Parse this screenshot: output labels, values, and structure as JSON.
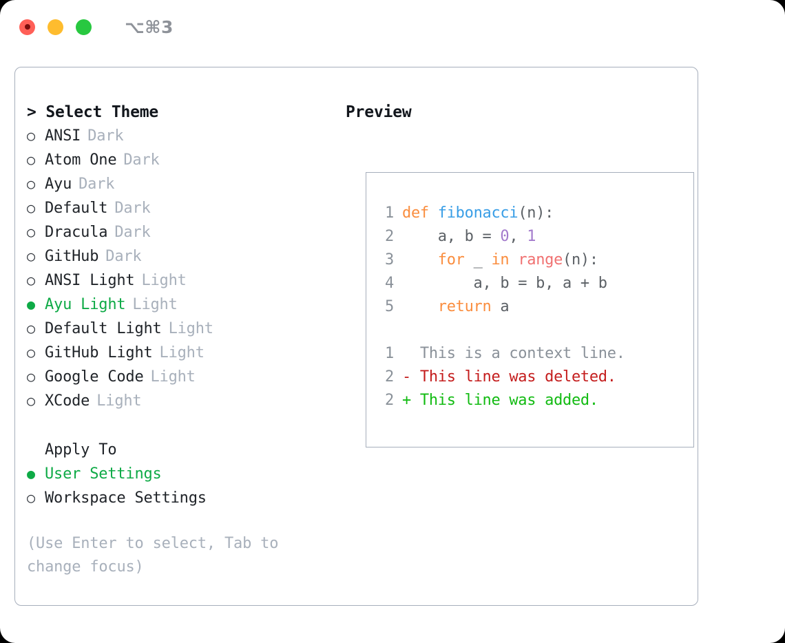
{
  "window": {
    "shortcut_label": "⌥⌘3",
    "traffic_lights": [
      {
        "name": "close",
        "color": "#ff5f57"
      },
      {
        "name": "minimize",
        "color": "#febc2e"
      },
      {
        "name": "maximize",
        "color": "#28c840"
      }
    ]
  },
  "colors": {
    "accent_green": "#0eaa46",
    "panel_border": "#a6aebb",
    "muted": "#a8b0bb",
    "text": "#1f2328",
    "keyword": "#fa8d3e",
    "function": "#399ee6",
    "number": "#a37acc",
    "builtin": "#f07171",
    "line_number": "#8a9199",
    "diff_delete": "#c41d1d",
    "diff_add": "#12bb12"
  },
  "theme_section": {
    "caret": ">",
    "title": "Select Theme",
    "marker_unselected": "○",
    "marker_selected": "●",
    "items": [
      {
        "label": "ANSI",
        "tag": "Dark",
        "selected": false
      },
      {
        "label": "Atom One",
        "tag": "Dark",
        "selected": false
      },
      {
        "label": "Ayu",
        "tag": "Dark",
        "selected": false
      },
      {
        "label": "Default",
        "tag": "Dark",
        "selected": false
      },
      {
        "label": "Dracula",
        "tag": "Dark",
        "selected": false
      },
      {
        "label": "GitHub",
        "tag": "Dark",
        "selected": false
      },
      {
        "label": "ANSI Light",
        "tag": "Light",
        "selected": false
      },
      {
        "label": "Ayu Light",
        "tag": "Light",
        "selected": true
      },
      {
        "label": "Default Light",
        "tag": "Light",
        "selected": false
      },
      {
        "label": "GitHub Light",
        "tag": "Light",
        "selected": false
      },
      {
        "label": "Google Code",
        "tag": "Light",
        "selected": false
      },
      {
        "label": "XCode",
        "tag": "Light",
        "selected": false
      }
    ]
  },
  "apply_section": {
    "title": "Apply To",
    "items": [
      {
        "label": "User Settings",
        "selected": true
      },
      {
        "label": "Workspace Settings",
        "selected": false
      }
    ]
  },
  "hint": "(Use Enter to select, Tab to change focus)",
  "preview": {
    "title": "Preview",
    "code_lines": [
      {
        "n": "1",
        "tokens": [
          {
            "t": "def",
            "c": "kw"
          },
          {
            "t": " ",
            "c": "punc"
          },
          {
            "t": "fibonacci",
            "c": "fn"
          },
          {
            "t": "(n):",
            "c": "punc"
          }
        ]
      },
      {
        "n": "2",
        "tokens": [
          {
            "t": "    a, b = ",
            "c": "txt"
          },
          {
            "t": "0",
            "c": "num"
          },
          {
            "t": ", ",
            "c": "txt"
          },
          {
            "t": "1",
            "c": "num"
          }
        ]
      },
      {
        "n": "3",
        "tokens": [
          {
            "t": "    ",
            "c": "txt"
          },
          {
            "t": "for",
            "c": "kw"
          },
          {
            "t": " _ ",
            "c": "txt"
          },
          {
            "t": "in",
            "c": "kw"
          },
          {
            "t": " ",
            "c": "txt"
          },
          {
            "t": "range",
            "c": "call"
          },
          {
            "t": "(n):",
            "c": "punc"
          }
        ]
      },
      {
        "n": "4",
        "tokens": [
          {
            "t": "        a, b = b, a + b",
            "c": "txt"
          }
        ]
      },
      {
        "n": "5",
        "tokens": [
          {
            "t": "    ",
            "c": "txt"
          },
          {
            "t": "return",
            "c": "kw"
          },
          {
            "t": " a",
            "c": "txt"
          }
        ]
      }
    ],
    "diff_lines": [
      {
        "n": "1",
        "sign": " ",
        "text": "This is a context line.",
        "kind": "ctx"
      },
      {
        "n": "2",
        "sign": "-",
        "text": "This line was deleted.",
        "kind": "del"
      },
      {
        "n": "2",
        "sign": "+",
        "text": "This line was added.",
        "kind": "add"
      }
    ]
  }
}
